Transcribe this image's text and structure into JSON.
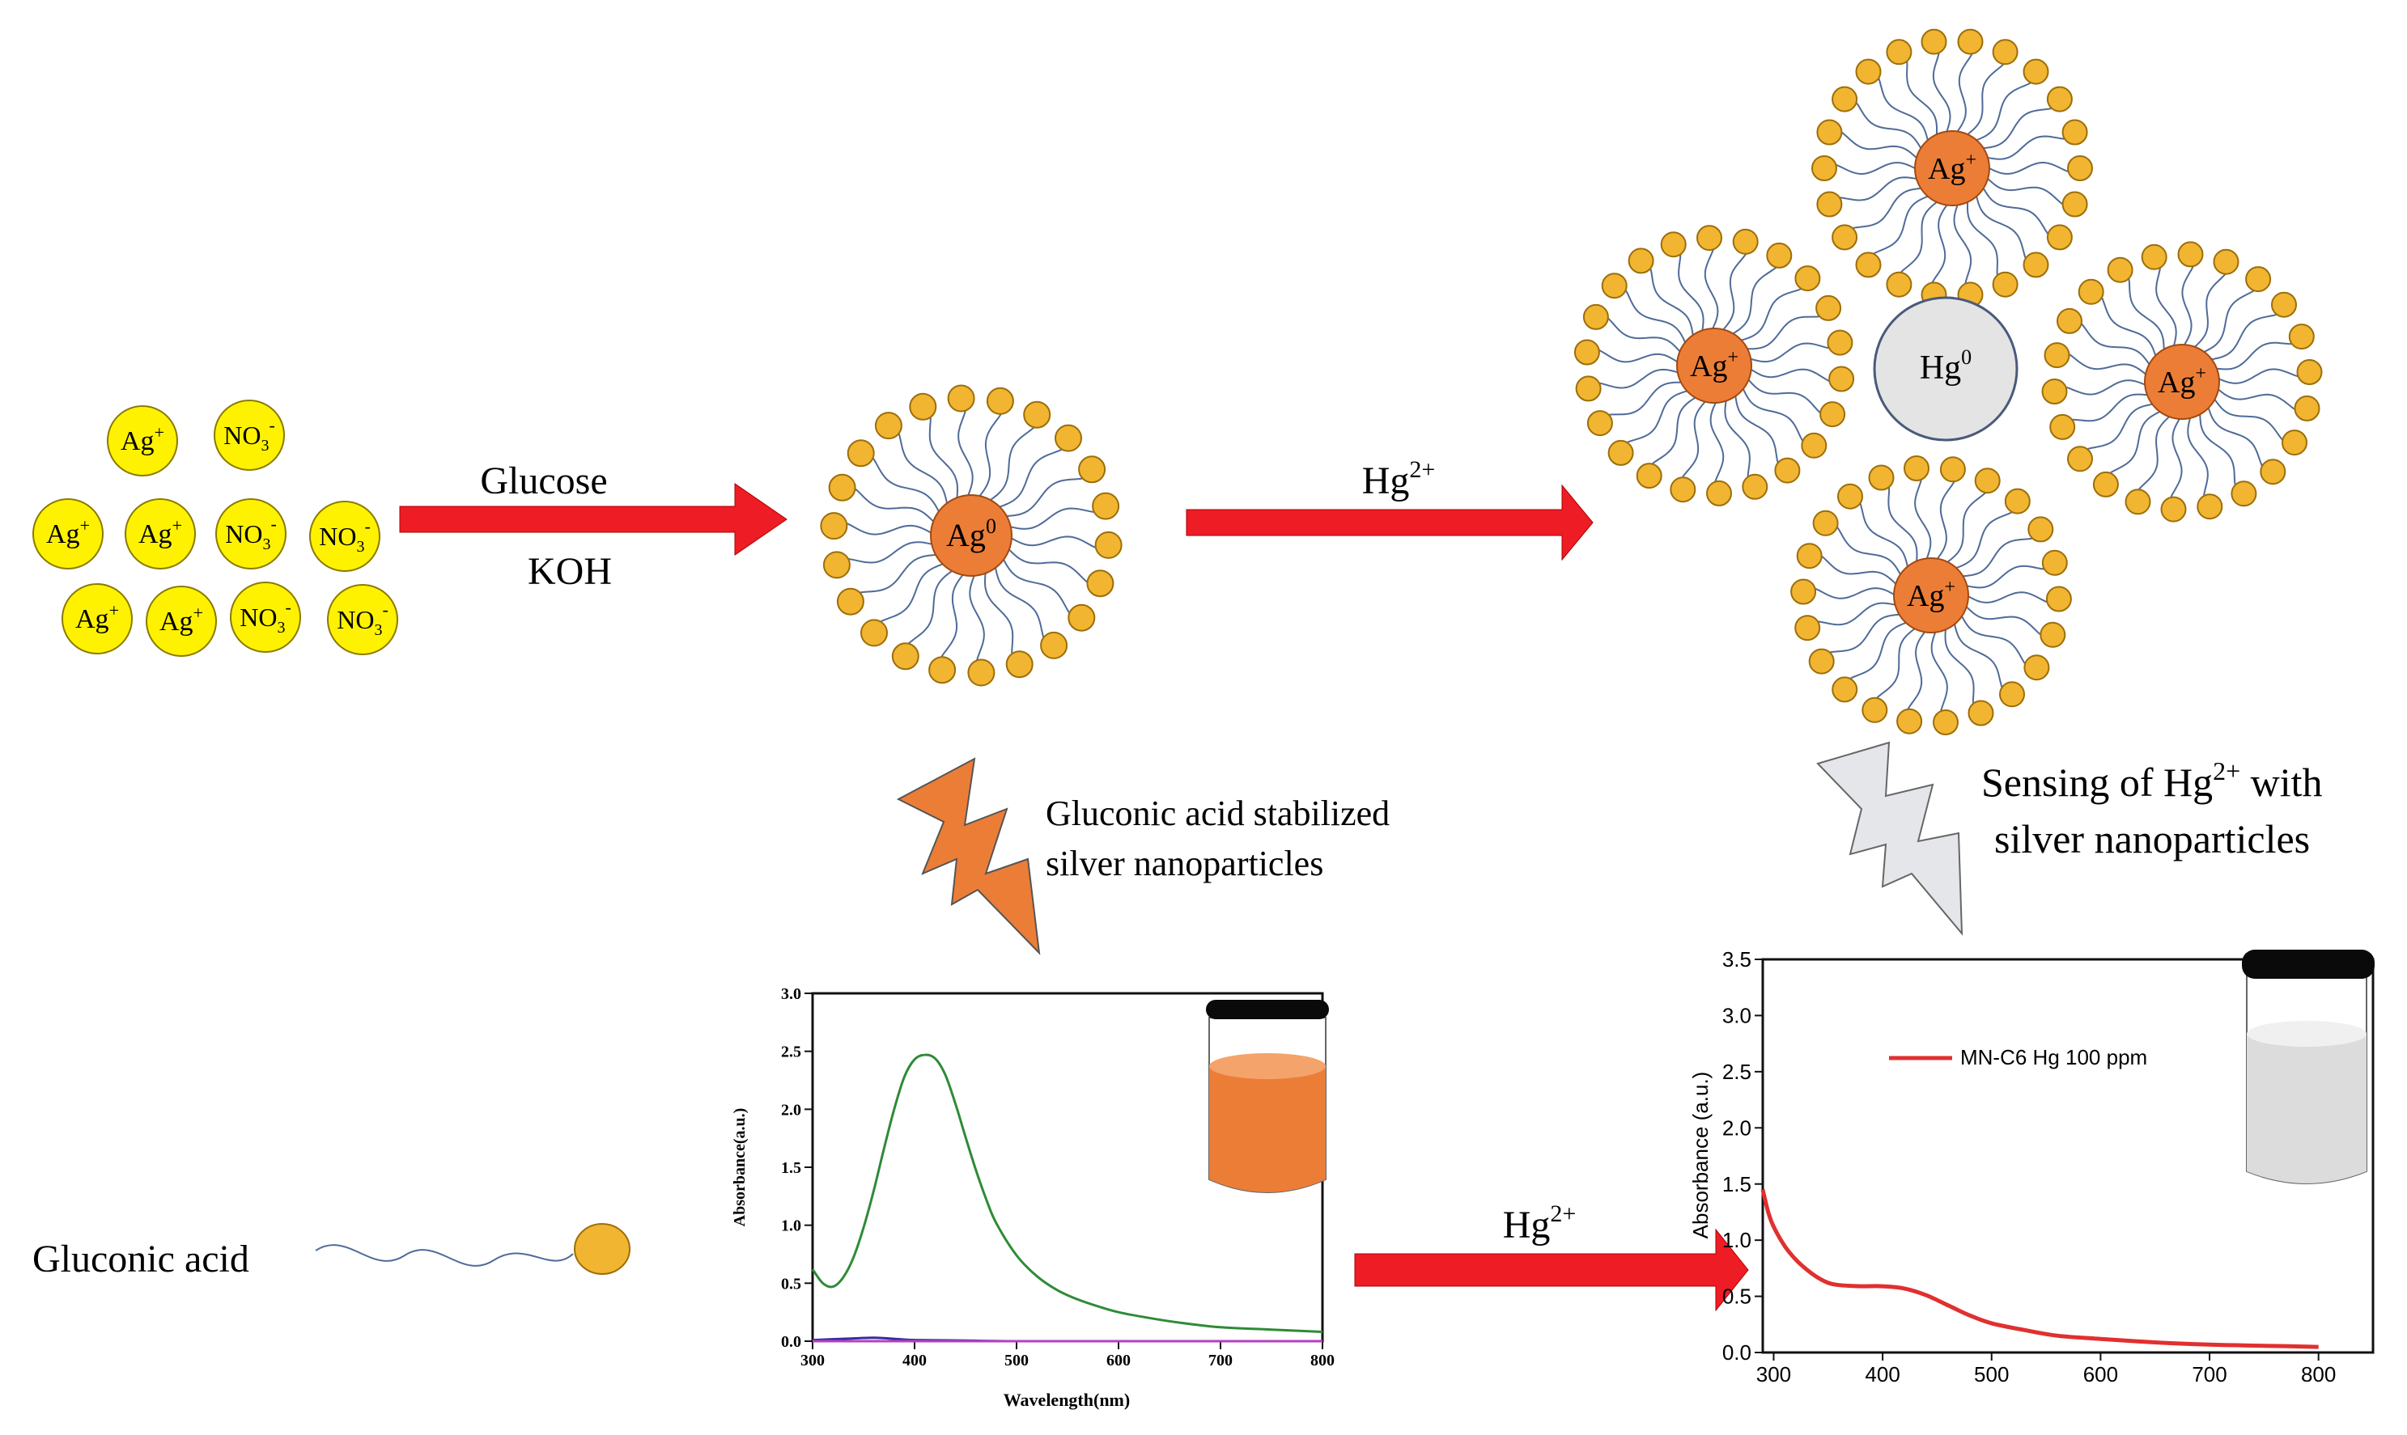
{
  "colors": {
    "ion_fill": "#fff200",
    "ion_stroke": "#8a7a00",
    "core_fill": "#ec7d37",
    "core_stroke": "#a14a10",
    "head_fill": "#f2b531",
    "head_stroke": "#9c6e0a",
    "tail": "#4f6b98",
    "arrow": "#ee1c24",
    "bolt_orange": "#ec7d37",
    "bolt_gray": "#e4e6ea",
    "hg_fill": "#e4e4e4",
    "green_curve": "#2e8b36",
    "red_curve": "#e0302f",
    "vial_orange": "#ec7d37",
    "vial_gray": "#dcdcdc"
  },
  "ions": [
    {
      "label": "Ag",
      "sup": "+"
    },
    {
      "label": "NO",
      "sub": "3",
      "sup": "-"
    },
    {
      "label": "Ag",
      "sup": "+"
    },
    {
      "label": "Ag",
      "sup": "+"
    },
    {
      "label": "NO",
      "sub": "3",
      "sup": "-"
    },
    {
      "label": "NO",
      "sub": "3",
      "sup": "-"
    },
    {
      "label": "Ag",
      "sup": "+"
    },
    {
      "label": "Ag",
      "sup": "+"
    },
    {
      "label": "NO",
      "sub": "3",
      "sup": "-"
    },
    {
      "label": "NO",
      "sub": "3",
      "sup": "-"
    }
  ],
  "arrow1": {
    "top": "Glucose",
    "bottom": "KOH"
  },
  "arrow2": {
    "label": "Hg",
    "sup": "2+"
  },
  "arrow3": {
    "label": "Hg",
    "sup": "2+"
  },
  "center_particle": {
    "label": "Ag",
    "sup": "0"
  },
  "cluster": {
    "particles": [
      {
        "label": "Ag",
        "sup": "+"
      },
      {
        "label": "Ag",
        "sup": "+"
      },
      {
        "label": "Ag",
        "sup": "+"
      },
      {
        "label": "Ag",
        "sup": "+"
      }
    ],
    "center": {
      "label": "Hg",
      "sup": "0"
    }
  },
  "captions": {
    "stabilized_line1": "Gluconic acid stabilized",
    "stabilized_line2": "silver nanoparticles",
    "sensing_line1_pre": "Sensing of Hg",
    "sensing_line1_sup": "2+",
    "sensing_line1_post": " with",
    "sensing_line2": "silver nanoparticles",
    "gluconic_acid": "Gluconic acid"
  },
  "chart_data": [
    {
      "type": "line",
      "title": "",
      "xlabel": "Wavelength(nm)",
      "ylabel": "Absorbance(a.u.)",
      "xlim": [
        300,
        800
      ],
      "ylim": [
        0,
        3.0
      ],
      "xticks": [
        300,
        400,
        500,
        600,
        700,
        800
      ],
      "yticks": [
        0.0,
        0.5,
        1.0,
        1.5,
        2.0,
        2.5,
        3.0
      ],
      "ytick_labels": [
        "0.0",
        "0.5",
        "1.0",
        "1.5",
        "2.0",
        "2.5",
        "3.0"
      ],
      "series": [
        {
          "color": "#2e8b36",
          "x": [
            300,
            310,
            320,
            330,
            340,
            350,
            360,
            370,
            380,
            390,
            400,
            410,
            420,
            430,
            440,
            450,
            460,
            470,
            480,
            500,
            520,
            540,
            560,
            580,
            600,
            630,
            660,
            700,
            750,
            800
          ],
          "y": [
            0.62,
            0.5,
            0.47,
            0.55,
            0.72,
            0.98,
            1.3,
            1.66,
            2.0,
            2.28,
            2.43,
            2.47,
            2.44,
            2.3,
            2.05,
            1.76,
            1.48,
            1.23,
            1.02,
            0.74,
            0.56,
            0.44,
            0.36,
            0.3,
            0.25,
            0.2,
            0.16,
            0.12,
            0.1,
            0.08
          ]
        },
        {
          "color": "#3a2aa0",
          "x": [
            300,
            330,
            360,
            380,
            400,
            450,
            500,
            600,
            700,
            800
          ],
          "y": [
            0.01,
            0.02,
            0.03,
            0.02,
            0.01,
            0.005,
            0.0,
            0.0,
            0.0,
            0.0
          ]
        },
        {
          "color": "#b540c0",
          "x": [
            300,
            400,
            500,
            600,
            700,
            800
          ],
          "y": [
            0.0,
            0.0,
            0.0,
            0.0,
            0.0,
            0.0
          ]
        }
      ]
    },
    {
      "type": "line",
      "title": "",
      "xlabel": "",
      "ylabel": "Absorbance (a.u.)",
      "xlim": [
        290,
        850
      ],
      "ylim": [
        0,
        3.5
      ],
      "xticks": [
        300,
        400,
        500,
        600,
        700,
        800
      ],
      "yticks": [
        0.0,
        0.5,
        1.0,
        1.5,
        2.0,
        2.5,
        3.0,
        3.5
      ],
      "ytick_labels": [
        "0.0",
        "0.5",
        "1.0",
        "1.5",
        "2.0",
        "2.5",
        "3.0",
        "3.5"
      ],
      "legend": "top-left",
      "series": [
        {
          "name": "MN-C6 Hg 100 ppm",
          "color": "#e0302f",
          "x": [
            290,
            295,
            300,
            310,
            320,
            330,
            340,
            350,
            360,
            380,
            400,
            420,
            440,
            460,
            480,
            500,
            530,
            560,
            600,
            650,
            700,
            750,
            800
          ],
          "y": [
            1.45,
            1.25,
            1.12,
            0.95,
            0.83,
            0.74,
            0.67,
            0.62,
            0.6,
            0.59,
            0.59,
            0.57,
            0.51,
            0.42,
            0.33,
            0.26,
            0.2,
            0.15,
            0.12,
            0.09,
            0.07,
            0.06,
            0.05
          ]
        }
      ]
    }
  ]
}
